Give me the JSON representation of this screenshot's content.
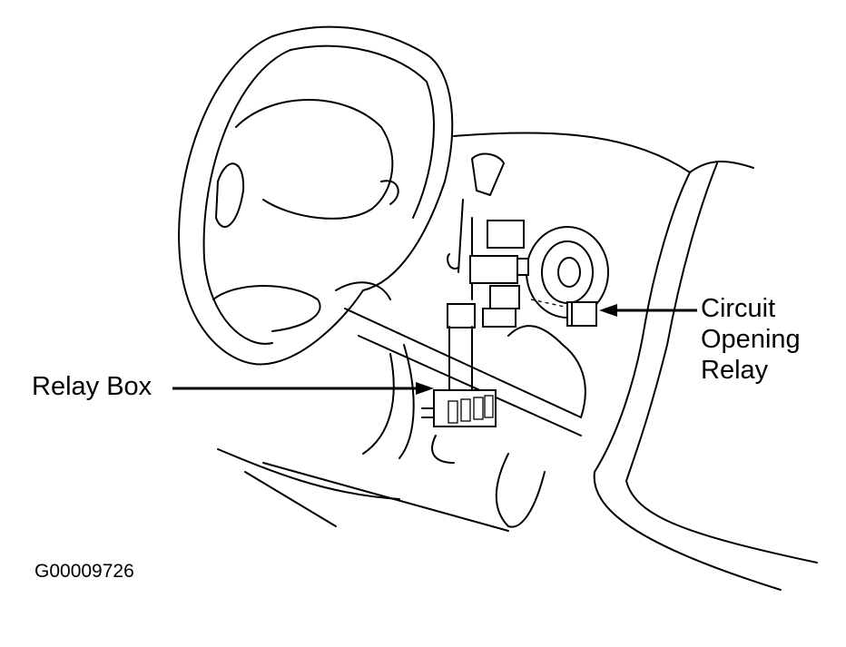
{
  "labels": {
    "relay_box": "Relay Box",
    "circuit_opening_relay": [
      "Circuit",
      "Opening",
      "Relay"
    ]
  },
  "figure_id": "G00009726"
}
